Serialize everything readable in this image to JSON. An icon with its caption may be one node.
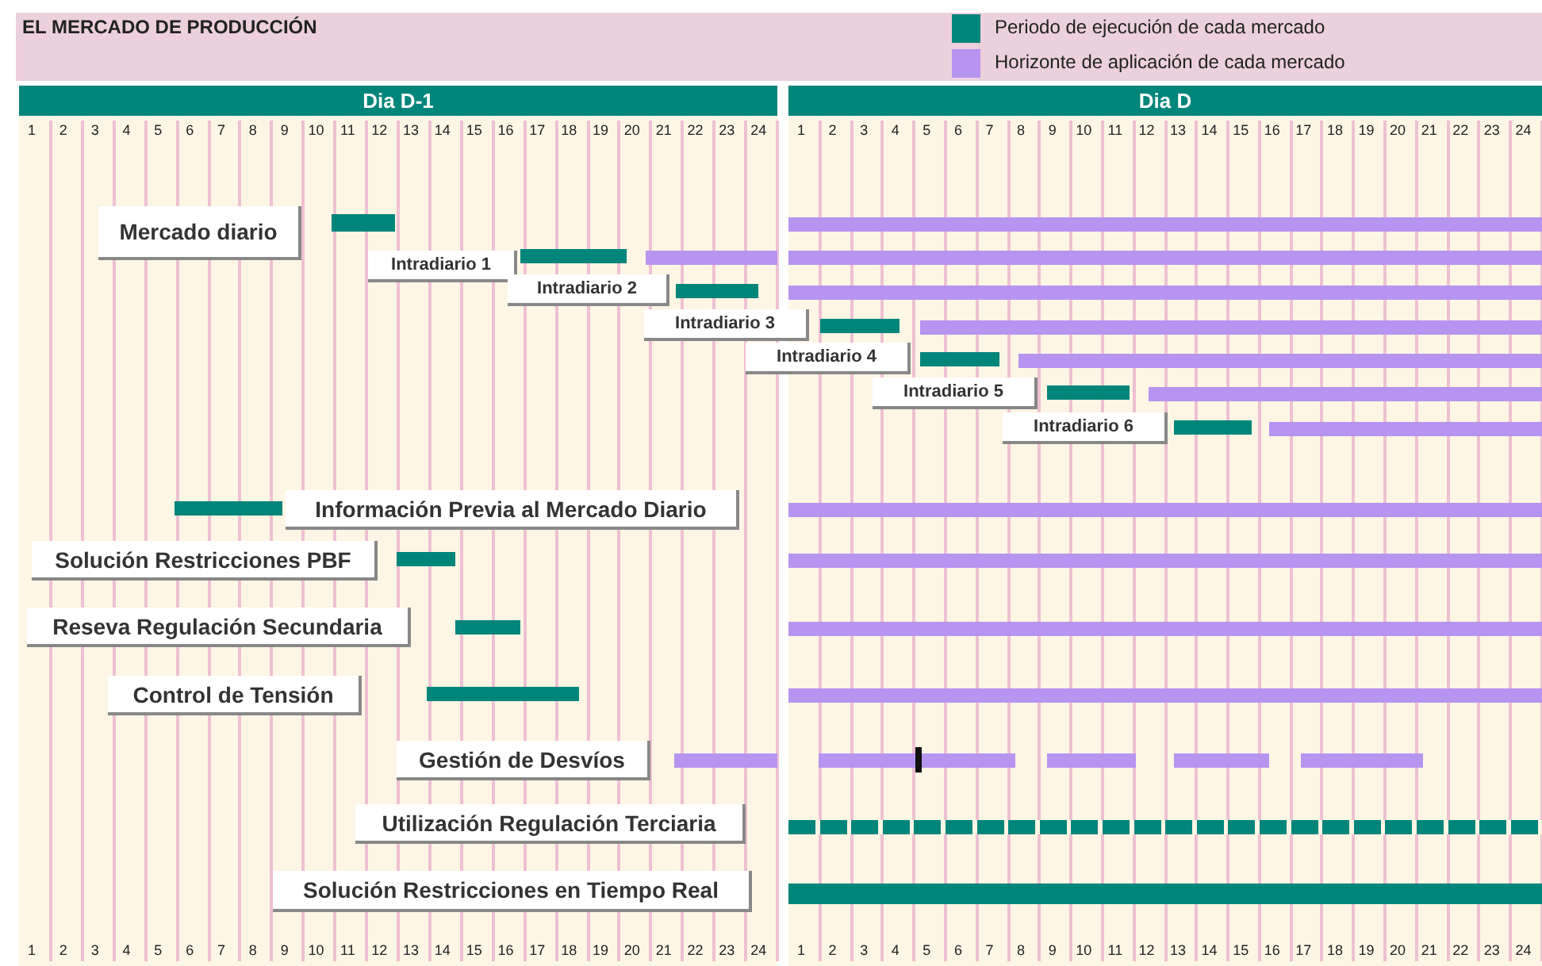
{
  "diagram": {
    "title": "EL MERCADO DE PRODUCCIÓN",
    "nodes": [
      {
        "text": [
          "Mercado diario"
        ]
      },
      {
        "text": [
          "Intradiario 1"
        ]
      },
      {
        "text": [
          "Intradiario 2"
        ]
      },
      {
        "text": [
          "Intradiario 3"
        ]
      },
      {
        "text": [
          "Intradiario 4"
        ]
      },
      {
        "text": [
          "Intradiario 5"
        ]
      },
      {
        "text": [
          "Intradiario 6"
        ]
      },
      {
        "text": [
          "Información Previa al Mercado Diario"
        ]
      },
      {
        "text": [
          "Solución Restricciones PBF"
        ]
      },
      {
        "text": [
          "Reseva Regulación Secundaria"
        ]
      },
      {
        "text": [
          "Control de Tensión"
        ]
      },
      {
        "text": [
          "Gestión de Desvíos"
        ]
      },
      {
        "text": [
          "Utilización Regulación Terciaria"
        ]
      },
      {
        "text": [
          "Solución Restricciones en Tiempo Real"
        ]
      }
    ],
    "labels": [
      "Dia D-1",
      "Dia D",
      "1",
      "2",
      "3",
      "4",
      "5",
      "6",
      "7",
      "8",
      "9",
      "10",
      "11",
      "12",
      "13",
      "14",
      "15",
      "16",
      "17",
      "18",
      "19",
      "20",
      "21",
      "22",
      "23",
      "24",
      "1",
      "2",
      "3",
      "4",
      "5",
      "6",
      "7",
      "8",
      "9",
      "10",
      "11",
      "12",
      "13",
      "14",
      "15",
      "16",
      "17",
      "18",
      "19",
      "20",
      "21",
      "22",
      "23",
      "24",
      "1",
      "2",
      "3",
      "4",
      "5",
      "6",
      "7",
      "8",
      "9",
      "10",
      "11",
      "12",
      "13",
      "14",
      "15",
      "16",
      "17",
      "18",
      "19",
      "20",
      "21",
      "22",
      "23",
      "24",
      "1",
      "2",
      "3",
      "4",
      "5",
      "6",
      "7",
      "8",
      "9",
      "10",
      "11",
      "12",
      "13",
      "14",
      "15",
      "16",
      "17",
      "18",
      "19",
      "20",
      "21",
      "22",
      "23",
      "24"
    ],
    "legend": [
      {
        "text": "Periodo de ejecución de cada mercado",
        "color": "#00857b"
      },
      {
        "text": "Horizonte de aplicación de cada mercado",
        "color": "#b794f0"
      }
    ]
  }
}
